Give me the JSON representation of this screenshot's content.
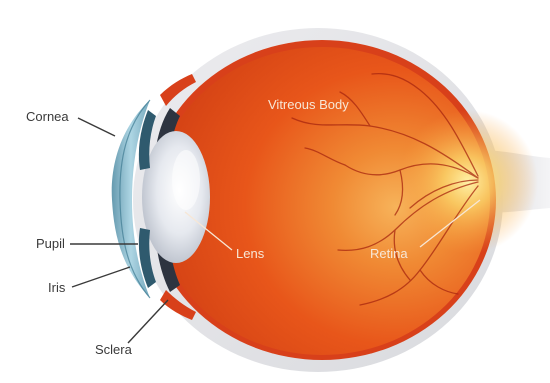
{
  "labels": {
    "cornea": "Cornea",
    "pupil": "Pupil",
    "iris": "Iris",
    "sclera": "Sclera",
    "vitreous_body": "Vitreous Body",
    "lens": "Lens",
    "retina": "Retina"
  },
  "colors": {
    "background": "#ffffff",
    "sclera": "#e6e6e8",
    "vitreous": "#e8561a",
    "choroid": "#d8401a",
    "retina_glow": "#fbd56a",
    "blood_vessel": "#a8260f",
    "lens": "#dfe3ea",
    "cornea": "#7fb3c8",
    "iris": "#2f5a6e",
    "optic_nerve": "#e9eaec",
    "label_text": "#3a3a3a",
    "label_text_light": "#f7e7d6"
  }
}
